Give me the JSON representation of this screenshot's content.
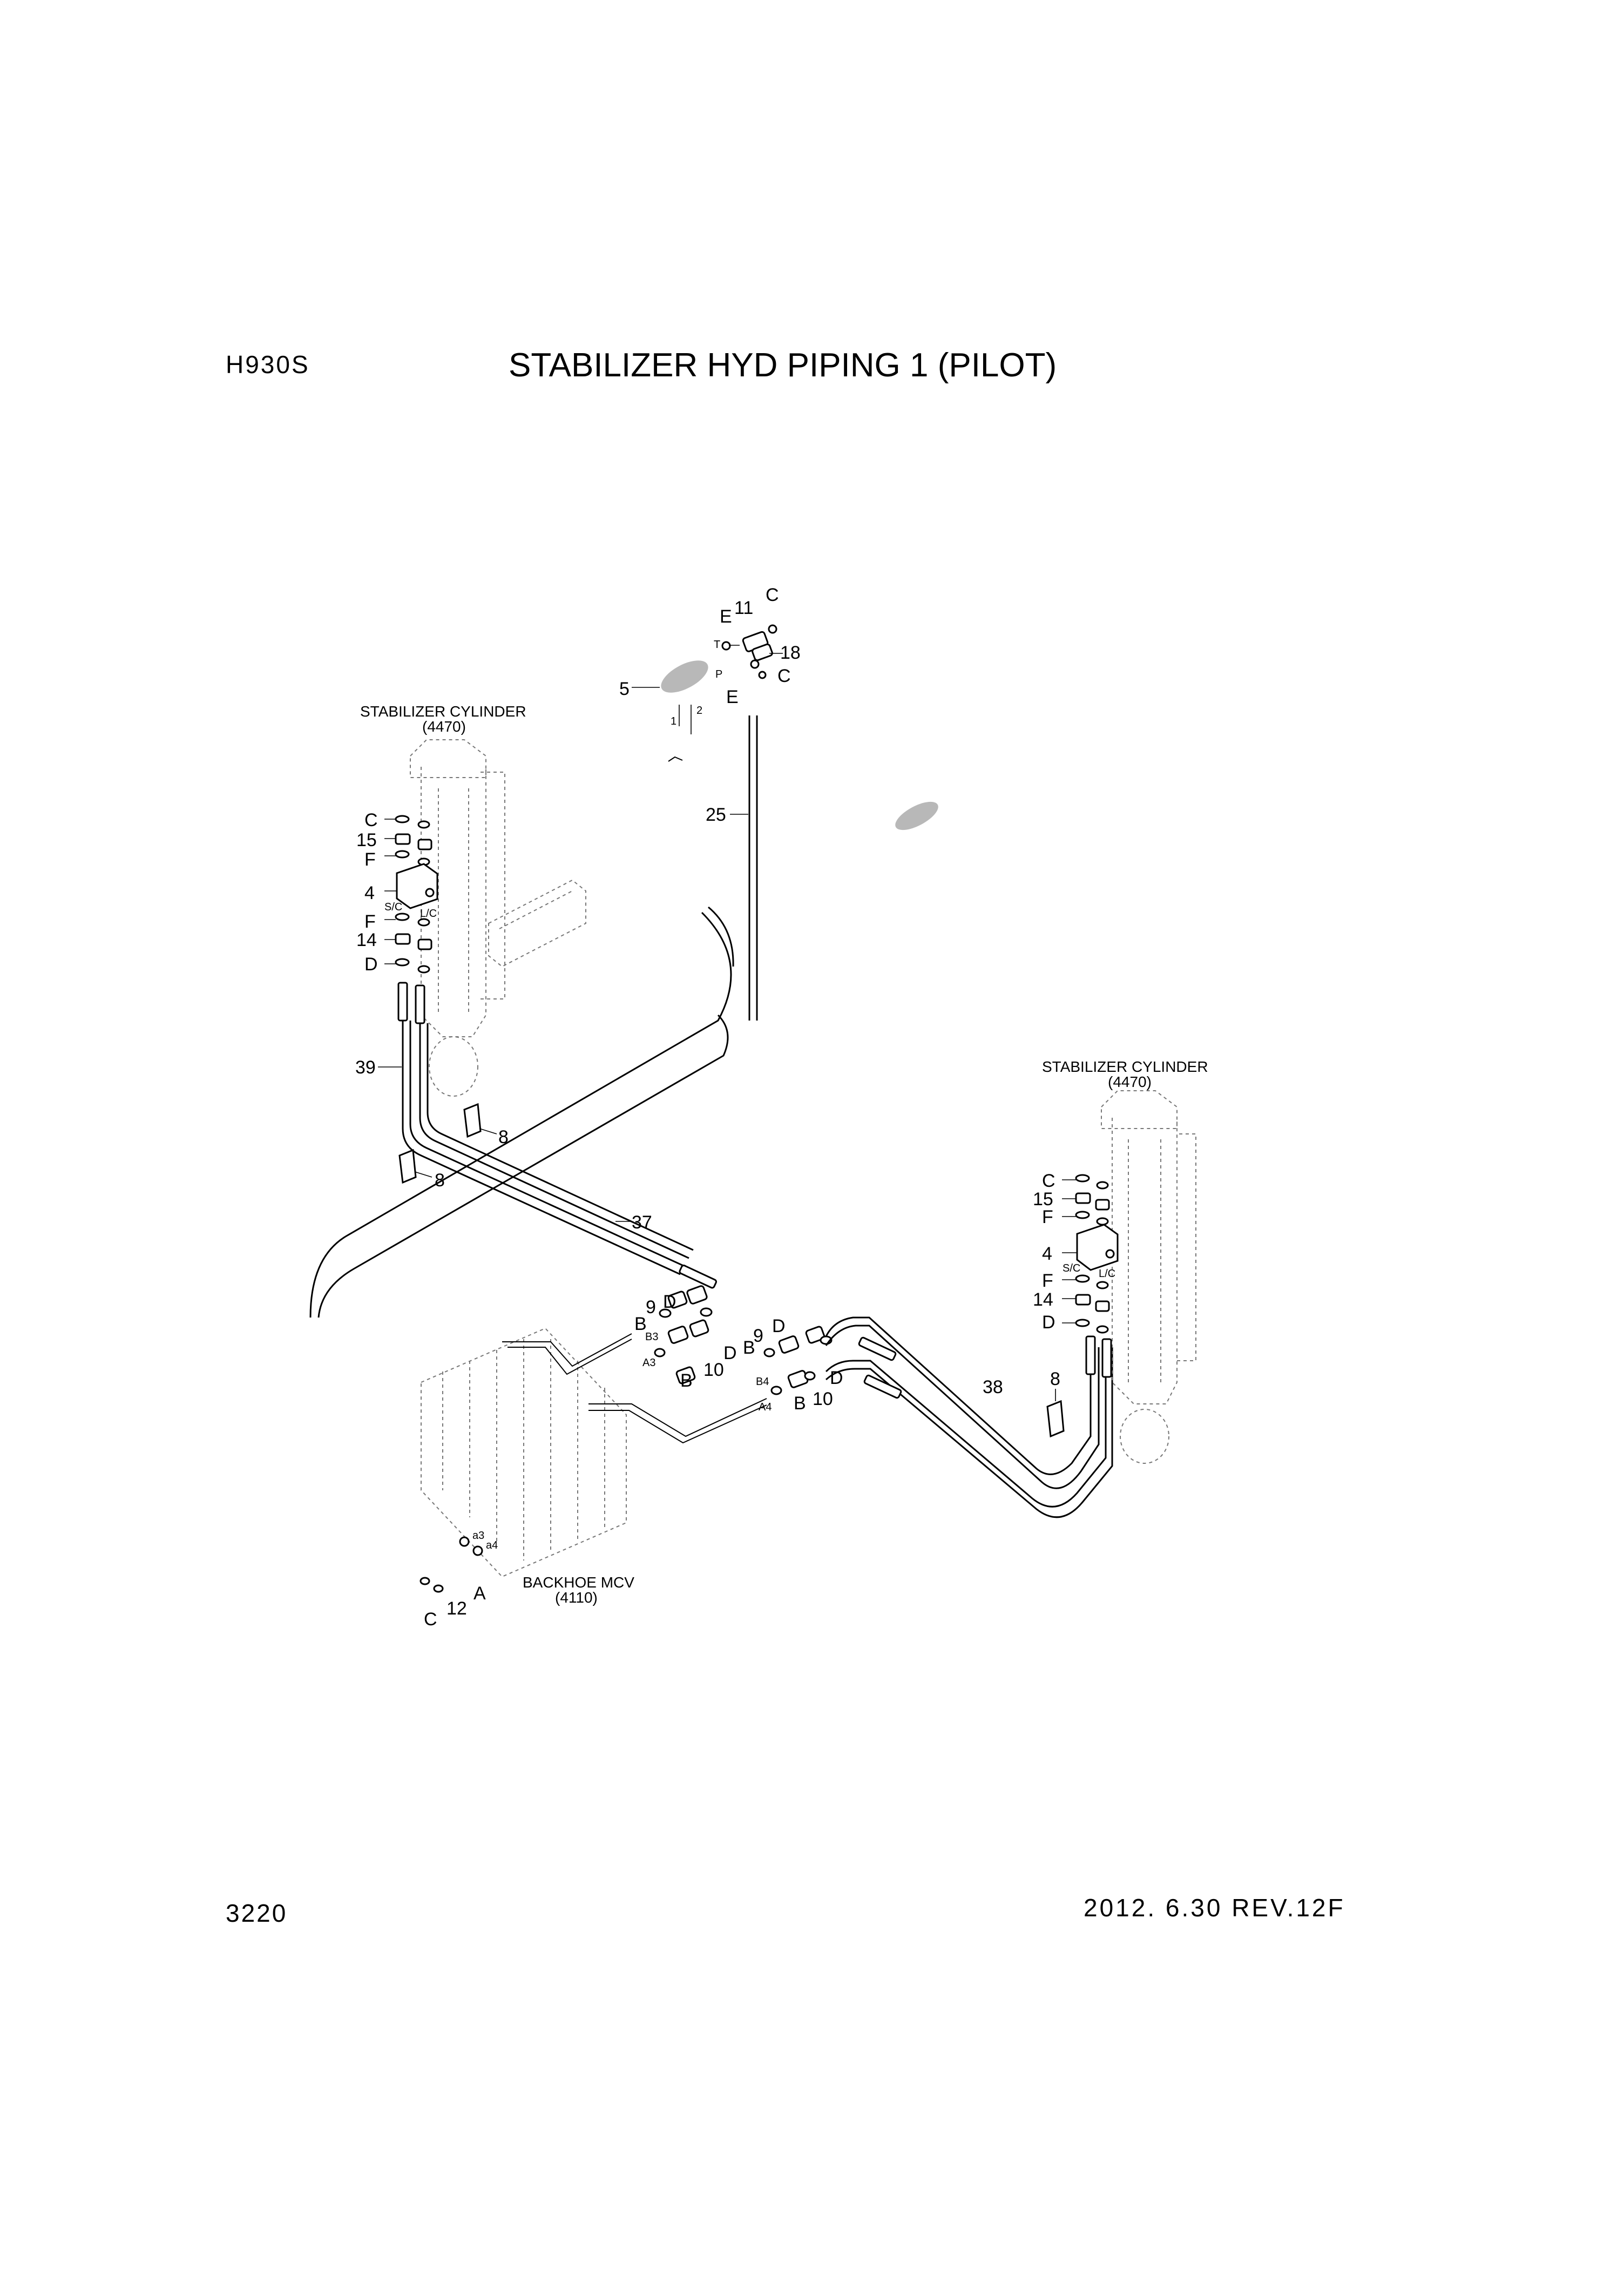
{
  "header": {
    "model": "H930S",
    "title": "STABILIZER HYD PIPING 1 (PILOT)"
  },
  "footer": {
    "page_number": "3220",
    "revision": "2012. 6.30  REV.12F"
  },
  "components": {
    "left_cylinder": {
      "name": "STABILIZER CYLINDER",
      "code": "(4470)"
    },
    "right_cylinder": {
      "name": "STABILIZER CYLINDER",
      "code": "(4470)"
    },
    "mcv": {
      "name": "BACKHOE MCV",
      "code": "(4110)"
    }
  },
  "callouts": {
    "top": [
      "E",
      "11",
      "C",
      "T",
      "18",
      "P",
      "C",
      "E",
      "5",
      "1",
      "2",
      "25"
    ],
    "left_valve": [
      "C",
      "15",
      "F",
      "4",
      "S/C",
      "L/C",
      "F",
      "14",
      "D",
      "39",
      "8",
      "8",
      "37"
    ],
    "right_valve": [
      "C",
      "15",
      "F",
      "4",
      "S/C",
      "L/C",
      "F",
      "14",
      "D",
      "8",
      "38"
    ],
    "center_left": [
      "D",
      "9",
      "B",
      "B3",
      "A3",
      "10",
      "B",
      "D"
    ],
    "center_right": [
      "9",
      "D",
      "B",
      "B4",
      "A4",
      "D",
      "B",
      "10"
    ],
    "mcv_ports": [
      "a3",
      "a4",
      "A",
      "12",
      "C"
    ]
  },
  "colors": {
    "line": "#000000",
    "ghost": "#777777",
    "fill_accent": "#b8b8b8"
  }
}
